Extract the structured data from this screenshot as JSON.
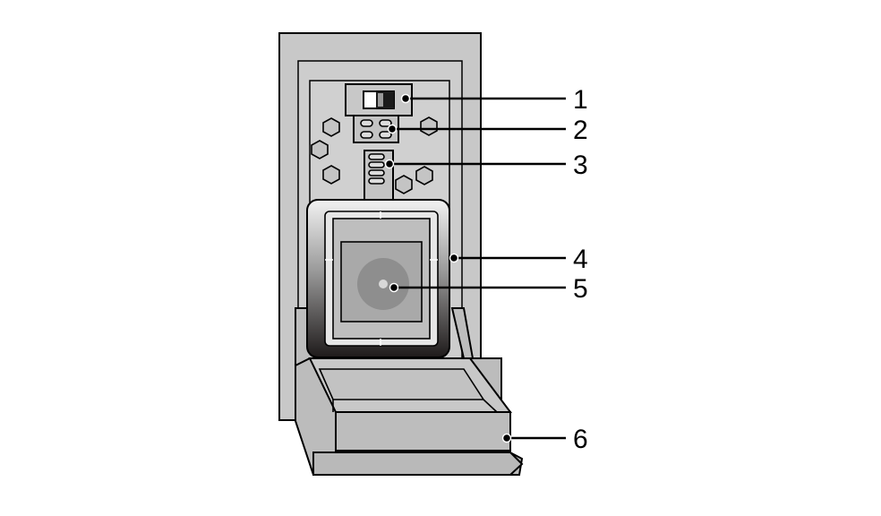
{
  "callouts": [
    {
      "id": "1",
      "label": "1"
    },
    {
      "id": "2",
      "label": "2"
    },
    {
      "id": "3",
      "label": "3"
    },
    {
      "id": "4",
      "label": "4"
    },
    {
      "id": "5",
      "label": "5"
    },
    {
      "id": "6",
      "label": "6"
    }
  ],
  "colors": {
    "housing": "#c8c8c8",
    "panel": "#d2d2d2",
    "dark_bezel": "#2a2a2a",
    "sensor_window": "#bdbdbd",
    "sensor_disc": "#8f8f8f",
    "outline": "#000000"
  }
}
